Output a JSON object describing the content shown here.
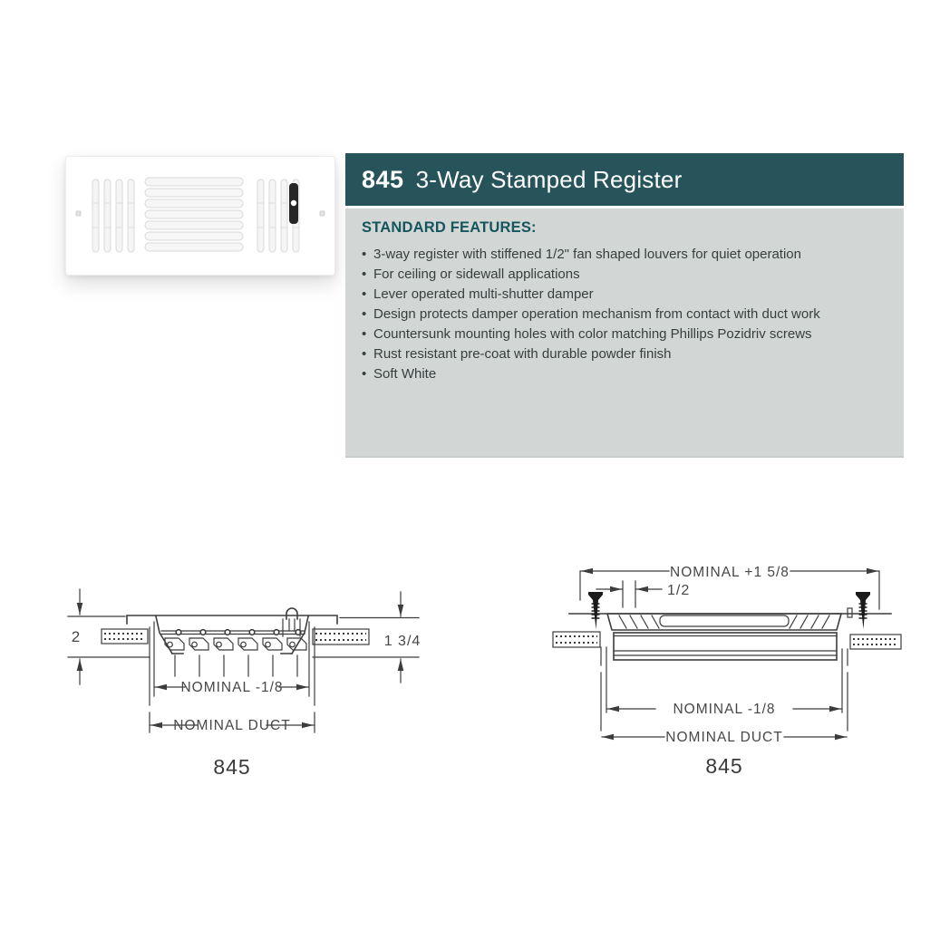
{
  "header": {
    "model": "845",
    "title": "3-Way Stamped Register"
  },
  "features": {
    "heading": "STANDARD FEATURES:",
    "bullet": "•",
    "items": [
      "3-way register with stiffened 1/2\" fan shaped louvers for quiet operation",
      "For ceiling or sidewall applications",
      "Lever operated multi-shutter damper",
      "Design protects damper operation mechanism from contact with duct work",
      "Countersunk mounting holes with color matching Phillips Pozidriv screws",
      "Rust resistant pre-coat with durable powder finish",
      "Soft White"
    ]
  },
  "drawings": {
    "left": {
      "caption": "845",
      "dim_height_left": "2",
      "dim_height_right": "1 3/4",
      "dim_inner_width": "NOMINAL -1/8",
      "dim_outer_width": "NOMINAL DUCT"
    },
    "right": {
      "caption": "845",
      "dim_overall_width": "NOMINAL +1 5/8",
      "dim_screw_offset": "1/2",
      "dim_inner_width": "NOMINAL -1/8",
      "dim_outer_width": "NOMINAL DUCT"
    }
  },
  "colors": {
    "header_bg": "#26545A",
    "features_bg": "#D2D7D5",
    "heading_text": "#15555C",
    "body_text": "#383E3E",
    "drawing_line": "#3c3c3c"
  }
}
